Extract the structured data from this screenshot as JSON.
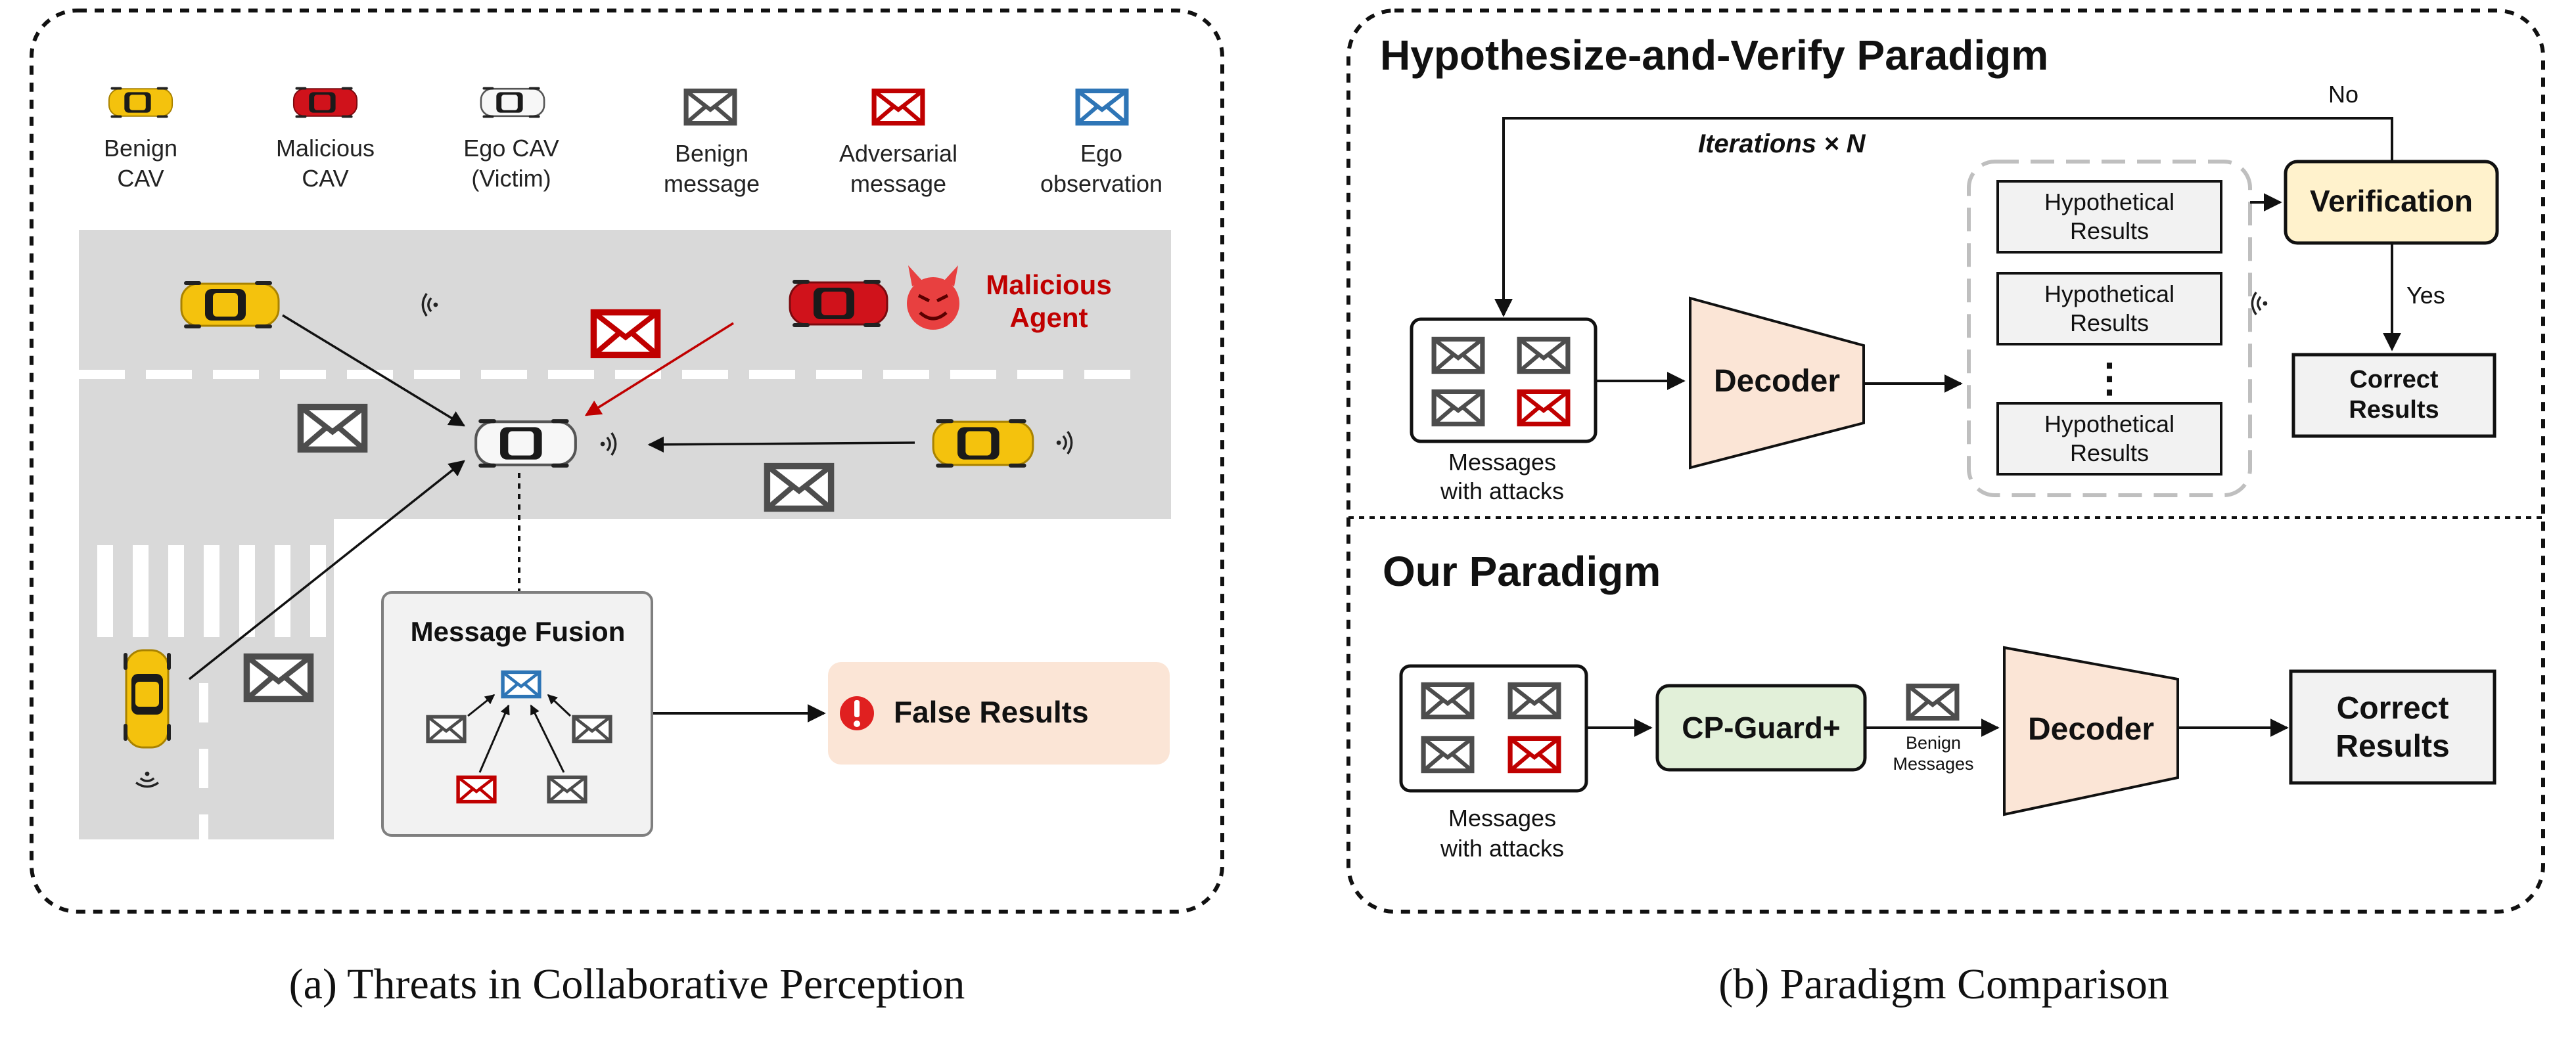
{
  "panel_a": {
    "legend": [
      {
        "label_lines": [
          "Benign",
          "CAV"
        ],
        "icon": "yellow-car-icon"
      },
      {
        "label_lines": [
          "Malicious",
          "CAV"
        ],
        "icon": "red-car-icon"
      },
      {
        "label_lines": [
          "Ego CAV",
          "(Victim)"
        ],
        "icon": "white-car-icon"
      },
      {
        "label_lines": [
          "Benign",
          "message"
        ],
        "icon": "gray-envelope-icon"
      },
      {
        "label_lines": [
          "Adversarial",
          "message"
        ],
        "icon": "red-envelope-icon"
      },
      {
        "label_lines": [
          "Ego",
          "observation"
        ],
        "icon": "blue-envelope-icon"
      }
    ],
    "malicious_agent_lines": [
      "Malicious",
      "Agent"
    ],
    "fusion_title": "Message Fusion",
    "false_results": "False Results",
    "colors": {
      "benign_car": "#f4c20d",
      "malicious_car": "#d0121b",
      "road": "#d9d9d9",
      "false_box": "#fbe5d6",
      "malicious_text": "#c00000"
    }
  },
  "panel_b": {
    "hv_title": "Hypothesize-and-Verify Paradigm",
    "iterations": "Iterations × N",
    "no_label": "No",
    "yes_label": "Yes",
    "messages_caption_lines": [
      "Messages",
      "with attacks"
    ],
    "decoder": "Decoder",
    "hypothetical_lines": [
      "Hypothetical",
      "Results"
    ],
    "ellipsis": "⋮",
    "verification": "Verification",
    "correct_lines": [
      "Correct",
      "Results"
    ],
    "our_title": "Our Paradigm",
    "cp_guard": "CP-Guard+",
    "benign_messages_lines": [
      "Benign",
      "Messages"
    ],
    "our_decoder": "Decoder",
    "our_correct_lines": [
      "Correct",
      "Results"
    ],
    "our_messages_caption_lines": [
      "Messages",
      "with attacks"
    ],
    "colors": {
      "decoder": "#fbe5d6",
      "verification": "#fff2cc",
      "cp_guard": "#e2f0d9",
      "result_box": "#f2f2f2"
    }
  },
  "captions": {
    "a": "(a) Threats in Collaborative Perception",
    "b": "(b) Paradigm Comparison"
  }
}
